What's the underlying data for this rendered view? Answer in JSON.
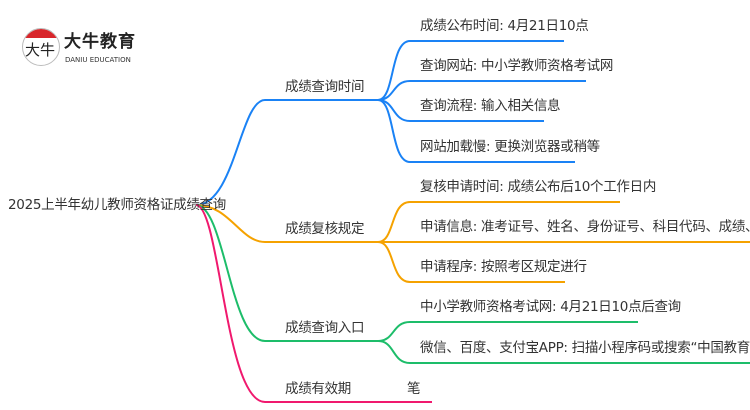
{
  "logo": {
    "mark": "大牛",
    "name_cn": "大牛教育",
    "name_en": "DANIU EDUCATION"
  },
  "root": "2025上半年幼儿教师资格证成绩查询",
  "colors": {
    "blue": "#1a82f5",
    "orange": "#f5a200",
    "green": "#1dbd6a",
    "pink": "#f0196e",
    "text": "#333333"
  },
  "branches": [
    {
      "label": "成绩查询时间",
      "children": [
        "成绩公布时间: 4月21日10点",
        "查询网站: 中小学教师资格考试网",
        "查询流程: 输入相关信息",
        "网站加载慢: 更换浏览器或稍等"
      ]
    },
    {
      "label": "成绩复核规定",
      "children": [
        "复核申请时间: 成绩公布后10个工作日内",
        "申请信息: 准考证号、姓名、身份证号、科目代码、成绩、联系电话",
        "申请程序: 按照考区规定进行"
      ]
    },
    {
      "label": "成绩查询入口",
      "children": [
        "中小学教师资格考试网: 4月21日10点后查询",
        "微信、百度、支付宝APP: 扫描小程序码或搜索“中国教育考试网”"
      ]
    },
    {
      "label": "成绩有效期",
      "children": [
        "笔"
      ]
    }
  ]
}
